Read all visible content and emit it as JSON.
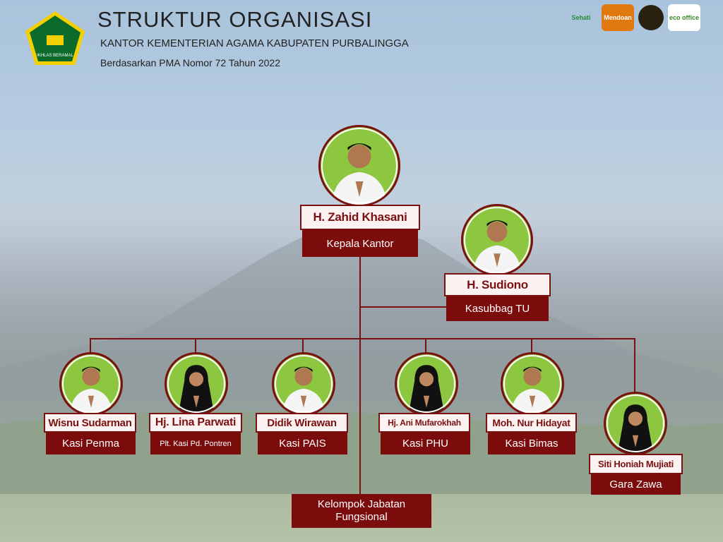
{
  "header": {
    "title": "STRUKTUR ORGANISASI",
    "subtitle": "KANTOR KEMENTERIAN AGAMA KABUPATEN PURBALINGGA",
    "basis": "Berdasarkan PMA Nomor 72 Tahun 2022"
  },
  "logos": [
    "Sehati",
    "Mendoan",
    "seal",
    "eco office"
  ],
  "colors": {
    "maroon": "#7c0c0c",
    "photo_bg": "#8dc63f",
    "name_bg": "#fdf2f2"
  },
  "head": {
    "name": "H. Zahid Khasani",
    "role": "Kepala Kantor"
  },
  "secretary": {
    "name": "H. Sudiono",
    "role": "Kasubbag TU"
  },
  "sections": [
    {
      "name": "Wisnu Sudarman",
      "role": "Kasi Penma"
    },
    {
      "name": "Hj. Lina Parwati",
      "role": "Plt. Kasi Pd. Pontren"
    },
    {
      "name": "Didik Wirawan",
      "role": "Kasi PAIS"
    },
    {
      "name": "Hj. Ani Mufarokhah",
      "role": "Kasi PHU"
    },
    {
      "name": "Moh. Nur Hidayat",
      "role": "Kasi Bimas"
    },
    {
      "name": "Siti Honiah Mujiati",
      "role": "Gara Zawa"
    }
  ],
  "functional": {
    "label": "Kelompok Jabatan Fungsional"
  }
}
